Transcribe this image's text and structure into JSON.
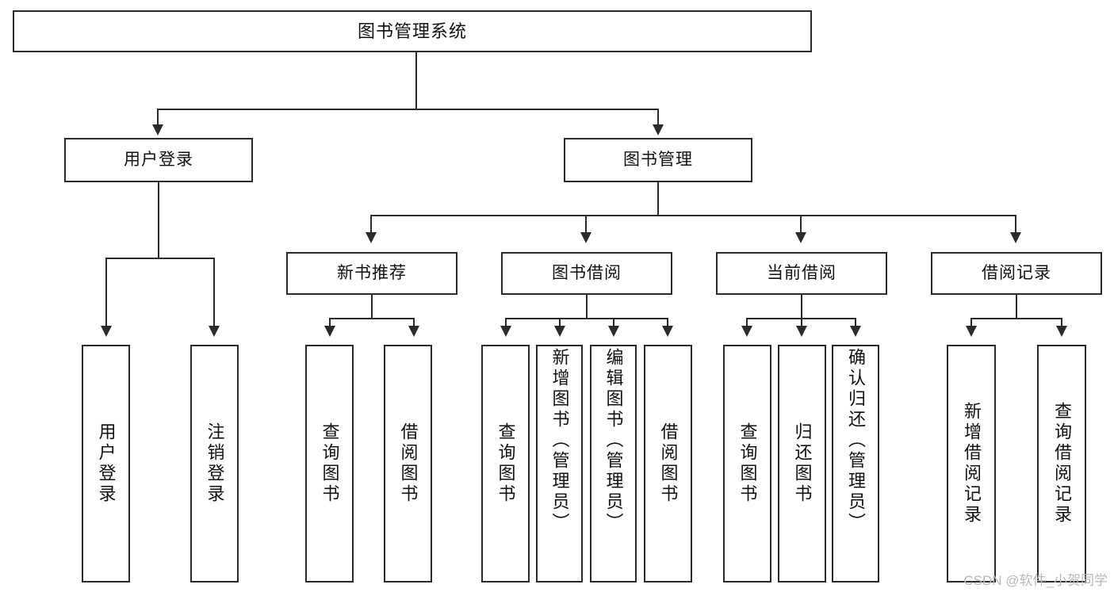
{
  "diagram": {
    "type": "tree",
    "title": "图书管理系统",
    "watermark": "CSDN @软件_小贺同学",
    "colors": {
      "box_border": "#2b2b2b",
      "box_fill": "#ffffff",
      "connector": "#2b2b2b",
      "text": "#111111",
      "watermark": "#b9b9b9",
      "background": "#ffffff"
    },
    "levels": {
      "root": {
        "label": "图书管理系统"
      },
      "level2": [
        {
          "id": "user-login",
          "label": "用户登录"
        },
        {
          "id": "book-manage",
          "label": "图书管理"
        }
      ],
      "level3": [
        {
          "id": "new-book-rec",
          "label": "新书推荐"
        },
        {
          "id": "book-borrow",
          "label": "图书借阅"
        },
        {
          "id": "current-borrow",
          "label": "当前借阅"
        },
        {
          "id": "borrow-record",
          "label": "借阅记录"
        }
      ],
      "leaves": {
        "user_login": [
          {
            "id": "leaf-user-login",
            "label": "用户登录"
          },
          {
            "id": "leaf-logout",
            "label": "注销登录"
          }
        ],
        "new_book_rec": [
          {
            "id": "leaf-query-book-1",
            "label": "查询图书"
          },
          {
            "id": "leaf-borrow-book-1",
            "label": "借阅图书"
          }
        ],
        "book_borrow": [
          {
            "id": "leaf-query-book-2",
            "label": "查询图书"
          },
          {
            "id": "leaf-add-book",
            "label": "新增图书（管理员）"
          },
          {
            "id": "leaf-edit-book",
            "label": "编辑图书（管理员）"
          },
          {
            "id": "leaf-borrow-book-2",
            "label": "借阅图书"
          }
        ],
        "current_borrow": [
          {
            "id": "leaf-query-book-3",
            "label": "查询图书"
          },
          {
            "id": "leaf-return-book",
            "label": "归还图书"
          },
          {
            "id": "leaf-confirm-return",
            "label": "确认归还（管理员）"
          }
        ],
        "borrow_record": [
          {
            "id": "leaf-add-record",
            "label": "新增借阅记录"
          },
          {
            "id": "leaf-query-record",
            "label": "查询借阅记录"
          }
        ]
      }
    }
  }
}
